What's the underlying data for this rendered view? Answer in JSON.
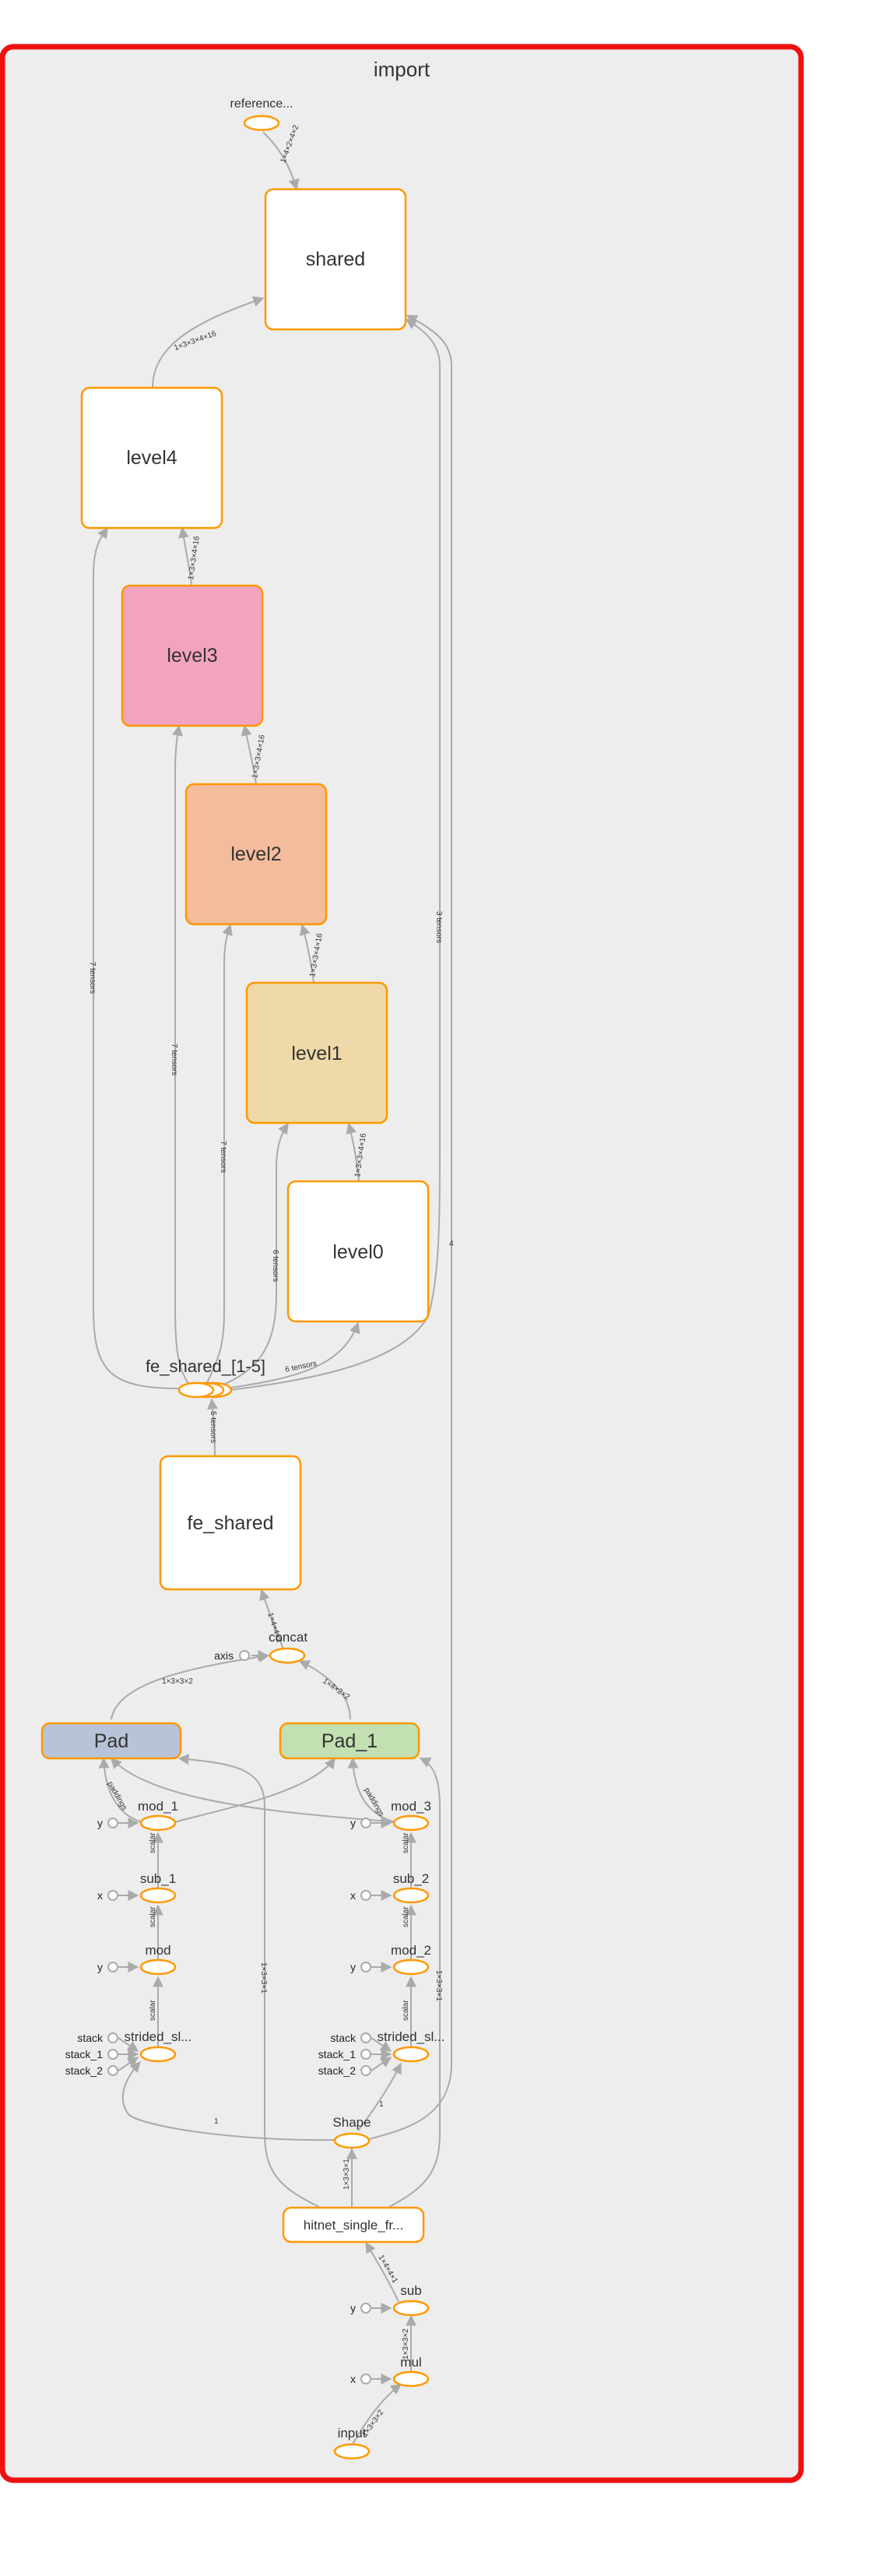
{
  "graph": {
    "container_title": "import",
    "colors": {
      "frame_border": "#ee1111",
      "frame_fill": "#ededed",
      "node_border": "#ff9800",
      "node_fill": "#ffffff",
      "edge": "#aaaaaa",
      "level3_fill": "#f4a3bf",
      "level2_fill": "#f4bb9c",
      "level1_fill": "#efd9a8",
      "pad_fill": "#b8c3d9",
      "pad1_fill": "#c3e0b3"
    },
    "nodes": {
      "reference": "reference...",
      "shared": "shared",
      "level4": "level4",
      "level3": "level3",
      "level2": "level2",
      "level1": "level1",
      "level0": "level0",
      "fe_shared_group": "fe_shared_[1-5]",
      "fe_shared": "fe_shared",
      "concat": "concat",
      "axis": "axis",
      "pad": "Pad",
      "pad_1": "Pad_1",
      "mod_1": "mod_1",
      "mod_3": "mod_3",
      "sub_1": "sub_1",
      "sub_2": "sub_2",
      "mod": "mod",
      "mod_2": "mod_2",
      "strided_left": "strided_sl...",
      "strided_right": "strided_sl...",
      "shape": "Shape",
      "hitnet": "hitnet_single_fr...",
      "sub": "sub",
      "mul": "mul",
      "input": "input",
      "y": "y",
      "x": "x",
      "stack": "stack",
      "stack_1": "stack_1",
      "stack_2": "stack_2"
    },
    "edge_labels": {
      "ref_shared": "1×4×2×4×2",
      "level4_shared": "1×3×3×4×16",
      "level3_level4": "1×3×3×4×16",
      "level2_level3": "1×3×3×4×16",
      "level1_level2": "1×3×3×4×16",
      "level0_level1": "1×3×3×4×16",
      "t7a": "7 tensors",
      "t7b": "7 tensors",
      "t7c": "7 tensors",
      "t6a": "6 tensors",
      "t6b": "6 tensors",
      "t3": "3 tensors",
      "t5": "5 tensors",
      "four": "4",
      "pad_concat": "1×3×3×2",
      "pad1_concat": "1×4×2×2",
      "concat_fe": "1×4×4×2",
      "shape_hit": "1×3×3×1",
      "pad_long": "1×3×3×1",
      "pad1_long": "1×3×3×1",
      "scalar": "scalar",
      "paddings": "paddings",
      "sub_hit": "1×4×4×1",
      "mul_sub": "1×3×3×2",
      "input_mul": "1×3×3×2",
      "one": "1"
    }
  }
}
